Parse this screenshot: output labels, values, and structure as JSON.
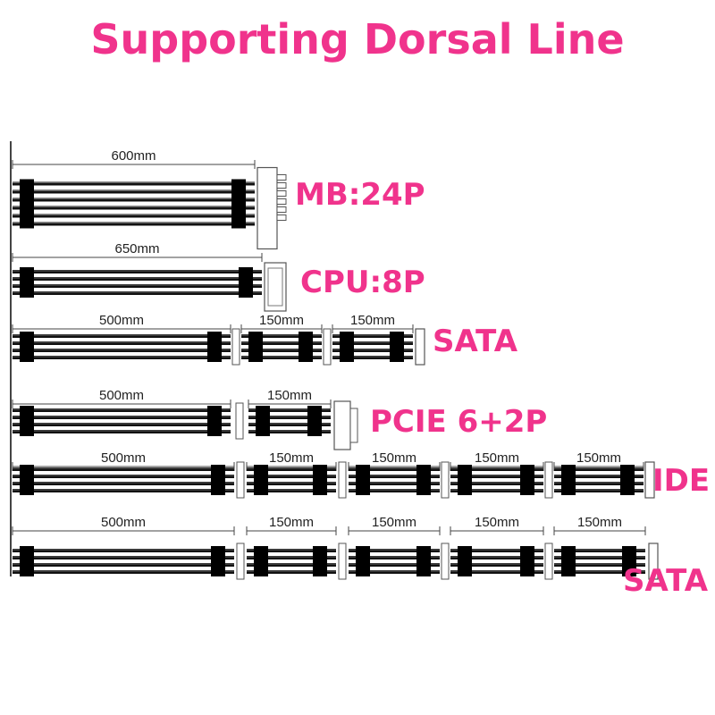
{
  "title": "Supporting Dorsal Line",
  "colors": {
    "accent": "#f0338c",
    "cable": "#111111",
    "sleeve": "#000000",
    "connector": "#ffffff"
  },
  "cables": [
    {
      "label": "MB:24P",
      "segments": [
        "600mm"
      ],
      "wires": 6,
      "end_connector": "24-pin"
    },
    {
      "label": "CPU:8P",
      "segments": [
        "650mm"
      ],
      "wires": 4,
      "end_connector": "8-pin"
    },
    {
      "label": "SATA",
      "segments": [
        "500mm",
        "150mm",
        "150mm"
      ],
      "wires": 4,
      "end_connector": "sata"
    },
    {
      "label": "PCIE 6+2P",
      "segments": [
        "500mm",
        "150mm"
      ],
      "wires": 4,
      "end_connector": "pcie"
    },
    {
      "label": "IDE",
      "segments": [
        "500mm",
        "150mm",
        "150mm",
        "150mm",
        "150mm"
      ],
      "wires": 4,
      "end_connector": "ide"
    },
    {
      "label": "SATA",
      "segments": [
        "500mm",
        "150mm",
        "150mm",
        "150mm",
        "150mm"
      ],
      "wires": 4,
      "end_connector": "sata"
    }
  ]
}
